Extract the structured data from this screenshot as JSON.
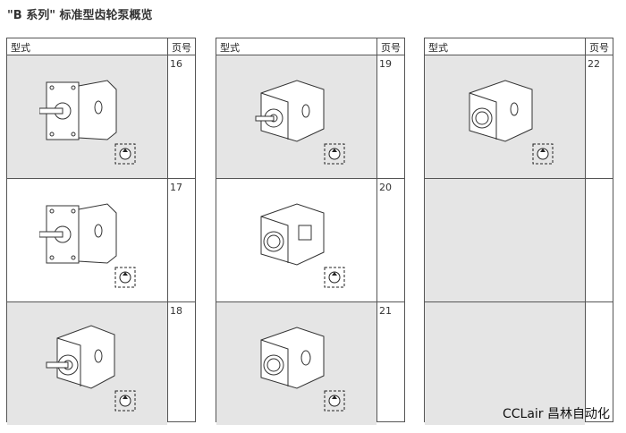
{
  "title": "\"B 系列\" 标准型齿轮泵概览",
  "header": {
    "col_type": "型式",
    "col_page": "页号"
  },
  "tables": [
    {
      "rows": [
        {
          "page": "16",
          "image": "flange-pump"
        },
        {
          "page": "17",
          "image": "flange-pump"
        },
        {
          "page": "18",
          "image": "round-pump"
        }
      ]
    },
    {
      "rows": [
        {
          "page": "19",
          "image": "block-pump"
        },
        {
          "page": "20",
          "image": "block-pump-ring"
        },
        {
          "page": "21",
          "image": "block-pump-ring"
        }
      ]
    },
    {
      "rows": [
        {
          "page": "22",
          "image": "block-pump-ring"
        },
        {
          "page": "",
          "image": ""
        },
        {
          "page": "",
          "image": ""
        }
      ]
    }
  ],
  "footer": "CCLair 昌林自动化"
}
